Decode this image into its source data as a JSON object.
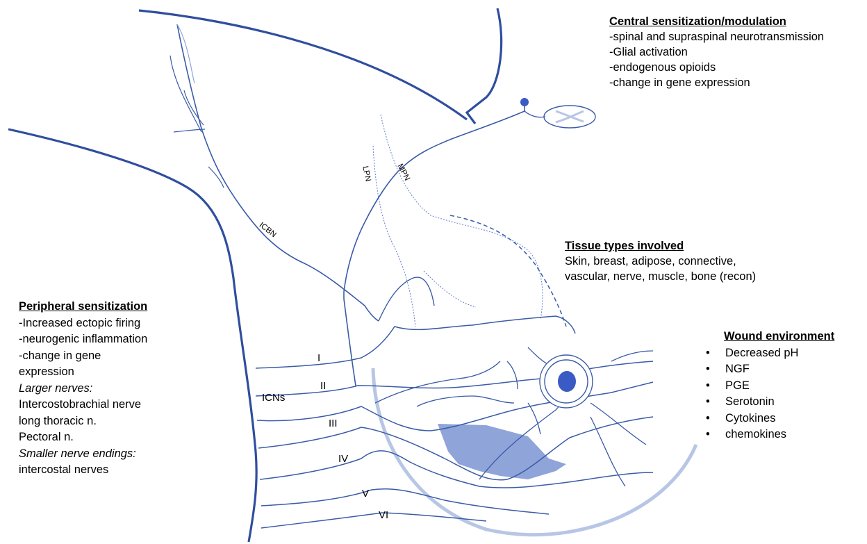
{
  "central": {
    "heading": "Central sensitization/modulation",
    "items": [
      "-spinal and supraspinal neurotransmission",
      "-Glial activation",
      "-endogenous opioids",
      "-change in gene expression"
    ]
  },
  "tissue": {
    "heading": "Tissue types involved",
    "lines": [
      "Skin, breast, adipose, connective,",
      "vascular, nerve, muscle, bone (recon)"
    ]
  },
  "peripheral": {
    "heading": "Peripheral sensitization",
    "items": [
      "-Increased ectopic firing",
      "-neurogenic inflammation",
      "-change in gene",
      "expression"
    ],
    "larger_label": "Larger nerves:",
    "larger_items": [
      "Intercostobrachial nerve",
      "long thoracic n.",
      "Pectoral n."
    ],
    "smaller_label": "Smaller nerve endings:",
    "smaller_items": [
      "intercostal nerves"
    ]
  },
  "wound": {
    "heading": "Wound environment",
    "items": [
      "Decreased pH",
      "NGF",
      "PGE",
      "Serotonin",
      "Cytokines",
      "chemokines"
    ]
  },
  "nerve_labels": {
    "icbn": "ICBN",
    "lpn": "LPN",
    "mpn": "MPN",
    "icns": "ICNs",
    "I": "I",
    "II": "II",
    "III": "III",
    "IV": "IV",
    "V": "V",
    "VI": "VI"
  },
  "colors": {
    "nerve": "#3a5ba8",
    "body_outline": "#2f4e9e",
    "breast_arc": "#b8c6e6",
    "shaded_region": "#8fa4d8",
    "nipple": "#3a5bc4"
  }
}
